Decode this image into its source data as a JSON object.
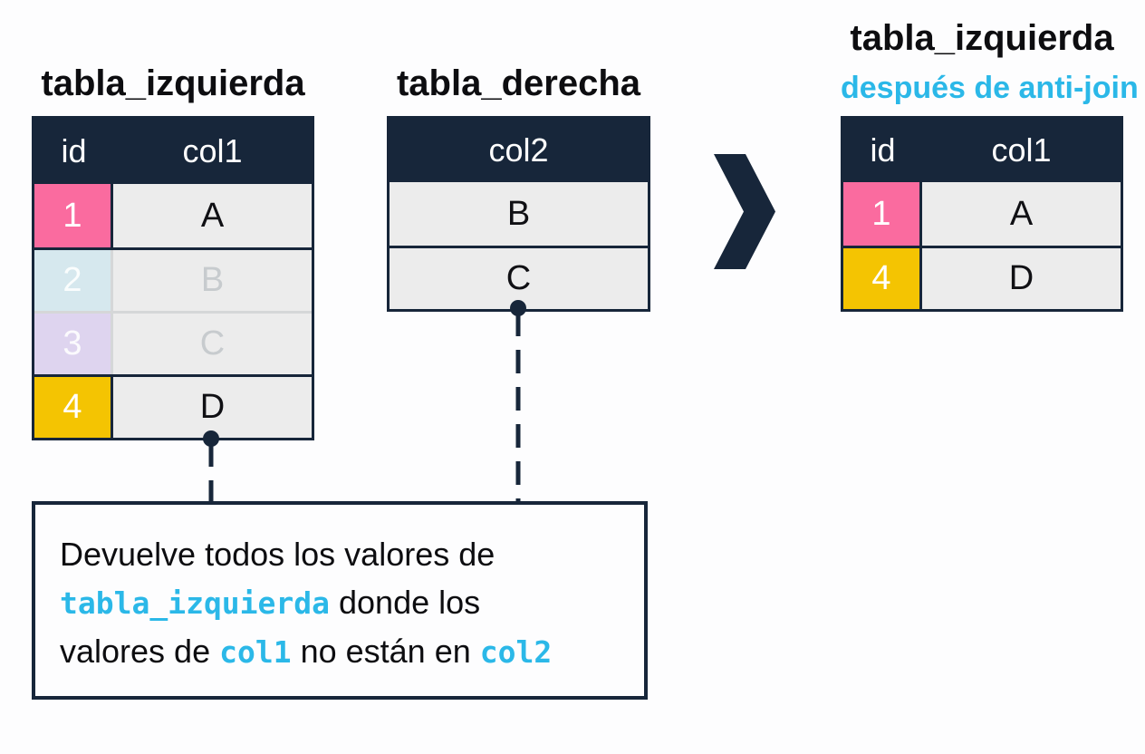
{
  "colors": {
    "navy": "#17263a",
    "pink": "#fa6b9f",
    "yellow": "#f4c402",
    "fadedBlue": "#d6e8ee",
    "fadedPurple": "#ded4ef",
    "cellGray": "#ececec",
    "cyan": "#2bb8e8",
    "fadedLetter": "#c7cbce",
    "lightBorder": "#d5d7d8"
  },
  "left_table": {
    "title": "tabla_izquierda",
    "headers": [
      "id",
      "col1"
    ],
    "rows": [
      {
        "id": "1",
        "col1": "A"
      },
      {
        "id": "2",
        "col1": "B"
      },
      {
        "id": "3",
        "col1": "C"
      },
      {
        "id": "4",
        "col1": "D"
      }
    ]
  },
  "right_table": {
    "title": "tabla_derecha",
    "headers": [
      "col2"
    ],
    "rows": [
      {
        "col2": "B"
      },
      {
        "col2": "C"
      }
    ]
  },
  "result_table": {
    "title": "tabla_izquierda",
    "subtitle": "después de anti-join",
    "headers": [
      "id",
      "col1"
    ],
    "rows": [
      {
        "id": "1",
        "col1": "A"
      },
      {
        "id": "4",
        "col1": "D"
      }
    ]
  },
  "note": {
    "line1": "Devuelve todos los valores de",
    "line2_code": "tabla_izquierda",
    "line2_text": " donde los",
    "line3_text1": "valores de ",
    "line3_code1": "col1",
    "line3_text2": " no están en ",
    "line3_code2": "col2"
  },
  "icons": {
    "chevron": "chevron-right-icon",
    "connector_dot": "connector-dot",
    "dashed_line": "dashed-connector"
  }
}
